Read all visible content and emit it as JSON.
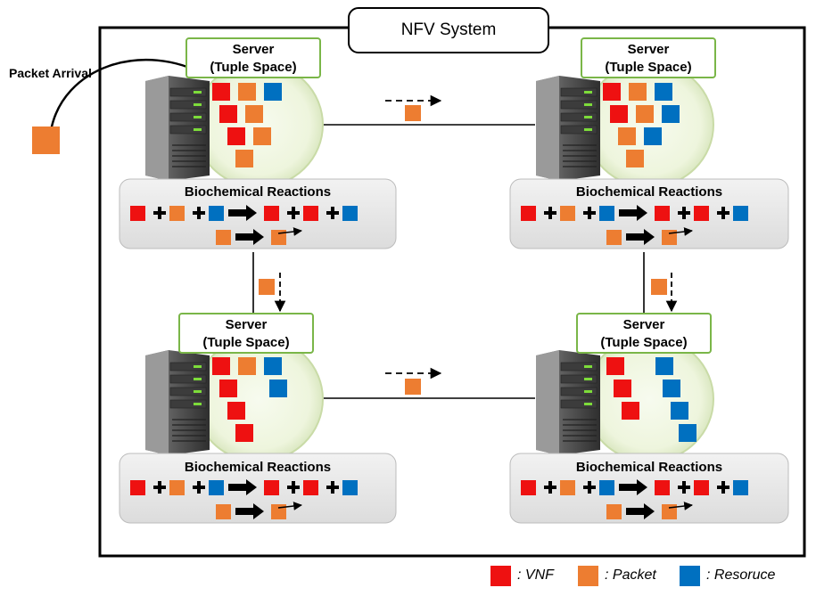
{
  "system": {
    "title": "NFV System"
  },
  "packet_arrival": {
    "label": "Packet Arrival"
  },
  "server_label": {
    "line1": "Server",
    "line2": "(Tuple Space)"
  },
  "reactions": {
    "title": "Biochemical Reactions"
  },
  "servers": [
    {
      "id": "top-left",
      "rows": [
        [
          "vnf",
          "packet",
          "resource"
        ],
        [
          "vnf",
          "packet"
        ],
        [
          "vnf",
          "packet"
        ],
        [
          "packet"
        ]
      ]
    },
    {
      "id": "top-right",
      "rows": [
        [
          "vnf",
          "packet",
          "resource"
        ],
        [
          "vnf",
          "packet",
          "resource"
        ],
        [
          "packet",
          "resource"
        ],
        [
          "packet"
        ]
      ]
    },
    {
      "id": "bottom-left",
      "rows": [
        [
          "vnf",
          "packet",
          "resource"
        ],
        [
          "vnf",
          "resource"
        ],
        [
          "vnf"
        ],
        [
          "vnf"
        ]
      ]
    },
    {
      "id": "bottom-right",
      "rows": [
        [
          "vnf",
          "resource"
        ],
        [
          "vnf",
          "resource"
        ],
        [
          "vnf",
          "resource"
        ],
        [
          "resource"
        ]
      ]
    }
  ],
  "legend": [
    {
      "kind": "vnf",
      "label": ": VNF"
    },
    {
      "kind": "packet",
      "label": ": Packet"
    },
    {
      "kind": "resource",
      "label": ": Resoruce"
    }
  ],
  "colors": {
    "vnf": "#ee1111",
    "packet": "#ed7d31",
    "resource": "#0070c0",
    "server_border": "#7ab648",
    "reaction_panel": "#e6e6e6"
  }
}
